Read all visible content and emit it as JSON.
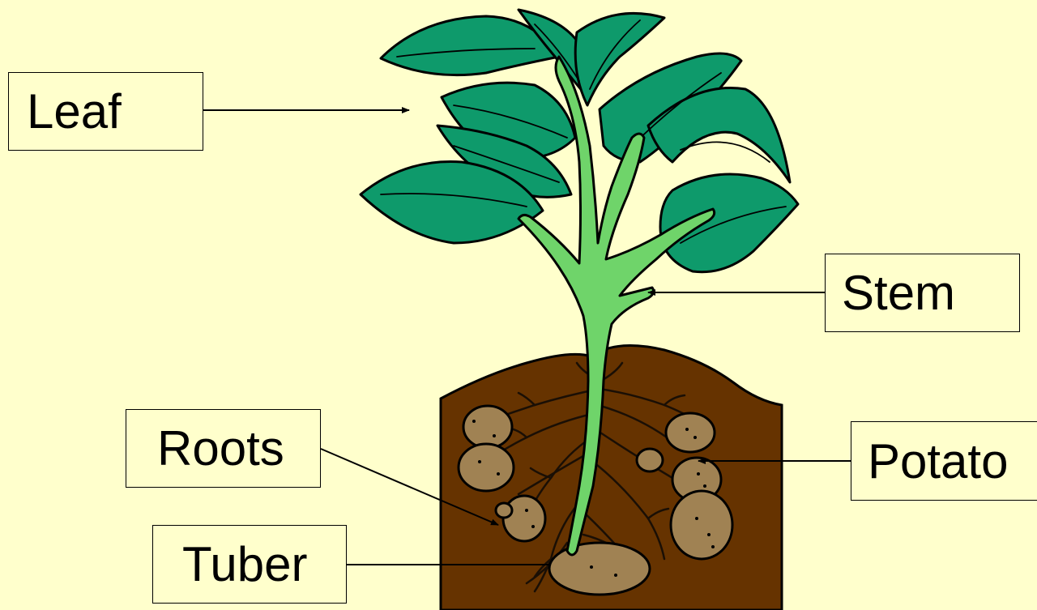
{
  "labels": {
    "leaf": "Leaf",
    "stem": "Stem",
    "roots": "Roots",
    "potato": "Potato",
    "tuber": "Tuber"
  },
  "colors": {
    "background": "#FFFFCC",
    "leaf": "#0E9A6B",
    "stem": "#6FD46A",
    "soil": "#663300",
    "potato": "#A08253"
  }
}
